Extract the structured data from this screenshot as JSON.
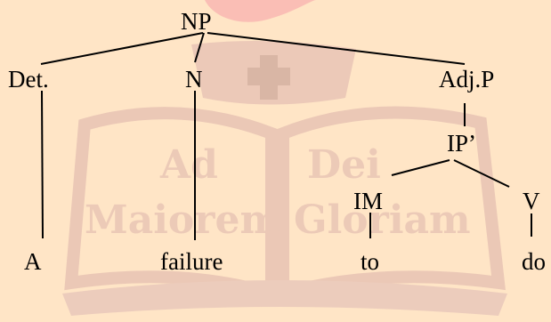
{
  "diagram": {
    "nodes": {
      "np": "NP",
      "det": "Det.",
      "n": "N",
      "adjp": "Adj.P",
      "ip": "IP’",
      "im": "IM",
      "v": "V",
      "a": "A",
      "failure": "failure",
      "to": "to",
      "do": "do"
    }
  },
  "watermark": {
    "line1_left": "Ad",
    "line1_right": "Dei",
    "line2_left": "Maiorem",
    "line2_right": "Gloriam"
  },
  "colors": {
    "background": "#ffe5c6",
    "watermark": "#ebc8b6",
    "flame": "#f8aeae"
  }
}
